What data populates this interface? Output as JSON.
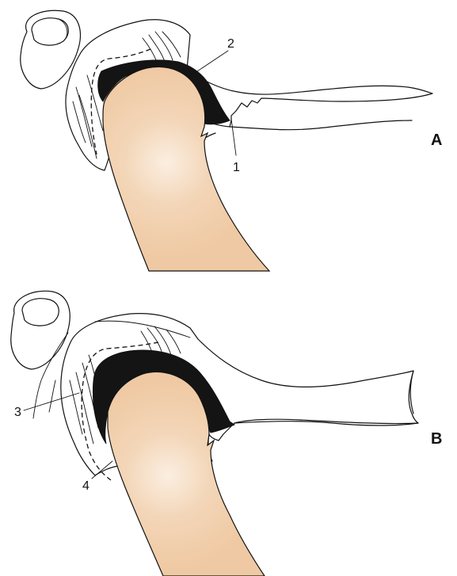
{
  "figure": {
    "panels": [
      {
        "id": "A",
        "label": "A",
        "callouts": [
          "1",
          "2"
        ]
      },
      {
        "id": "B",
        "label": "B",
        "callouts": [
          "3",
          "4"
        ]
      }
    ]
  },
  "colors": {
    "bone": "#EFC9A3",
    "bone_highlight": "#FBEEE1",
    "dark_region": "#141414",
    "line": "#111111",
    "background": "#FFFFFF"
  }
}
